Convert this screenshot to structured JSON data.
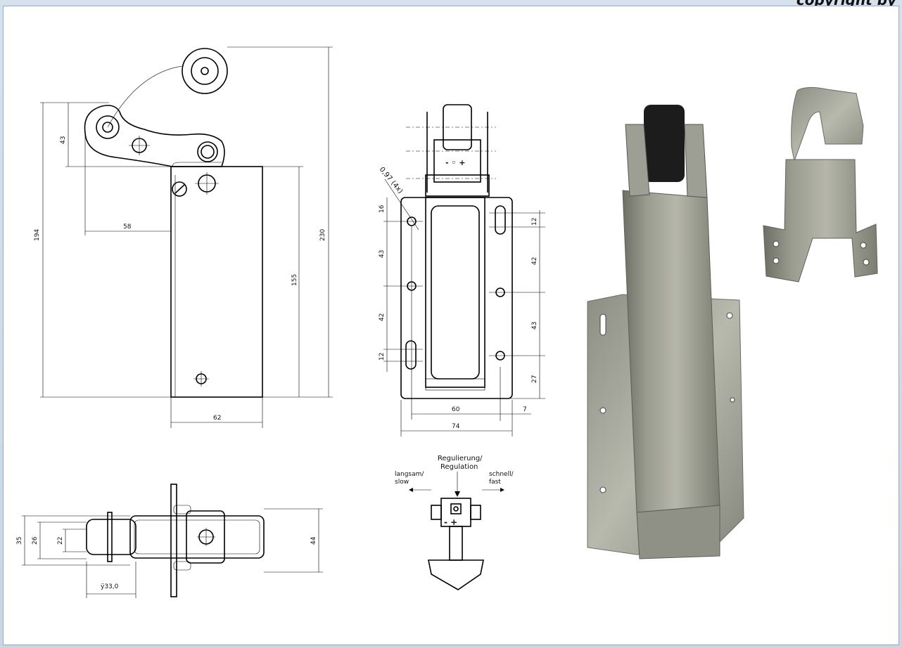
{
  "header": {
    "text": "copyright by"
  },
  "side_view": {
    "dims": {
      "d194": "194",
      "d43": "43",
      "d58": "58",
      "d155": "155",
      "d230": "230",
      "d62": "62"
    }
  },
  "front_view": {
    "hole_note": "0,97 (4x)",
    "dims": {
      "d16": "16",
      "d43": "43",
      "d42": "42",
      "d12": "12",
      "r12": "12",
      "r42": "42",
      "r43": "43",
      "r27": "27",
      "d60": "60",
      "d7": "7",
      "d74": "74"
    }
  },
  "top_view": {
    "dims": {
      "d35": "35",
      "d26": "26",
      "d22": "22",
      "d44": "44",
      "dia": "ÿ33,0"
    }
  },
  "regulation": {
    "title_line1": "Regulierung/",
    "title_line2": "Regulation",
    "slow_line1": "langsam/",
    "slow_line2": "slow",
    "fast_line1": "schnell/",
    "fast_line2": "fast"
  }
}
